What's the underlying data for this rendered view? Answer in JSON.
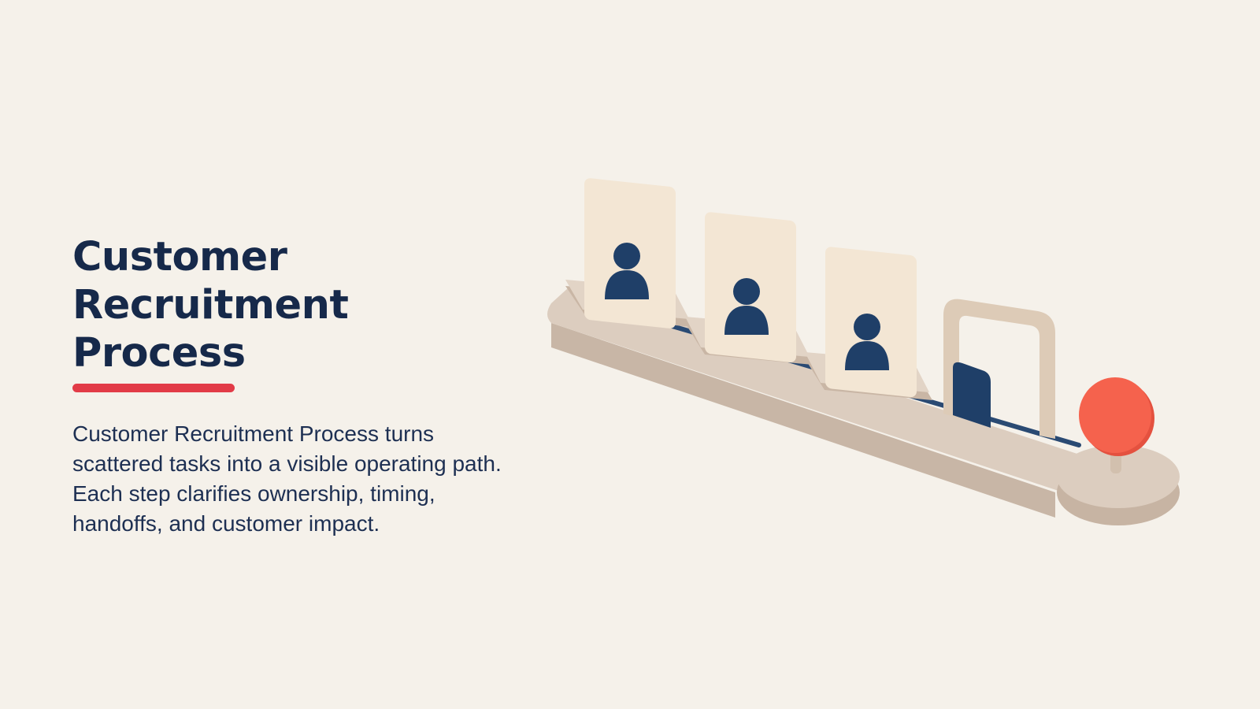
{
  "slide": {
    "title_lines": [
      "Customer",
      "Recruitment Process"
    ],
    "body": "Customer Recruitment Process turns scattered tasks into a visible operating path. Each step clarifies ownership, timing, handoffs, and customer impact.",
    "accent_color": "#e23b47",
    "title_color": "#16294a",
    "background_color": "#f5f1ea"
  },
  "illustration": {
    "description_icons": [
      "person-card-icon",
      "person-card-icon",
      "person-card-icon",
      "gate-icon",
      "end-pin-icon"
    ],
    "colors": {
      "base": "#d8c9bb",
      "card": "#f2e4d1",
      "figure": "#1f3f68",
      "pin": "#f25f4c"
    }
  }
}
